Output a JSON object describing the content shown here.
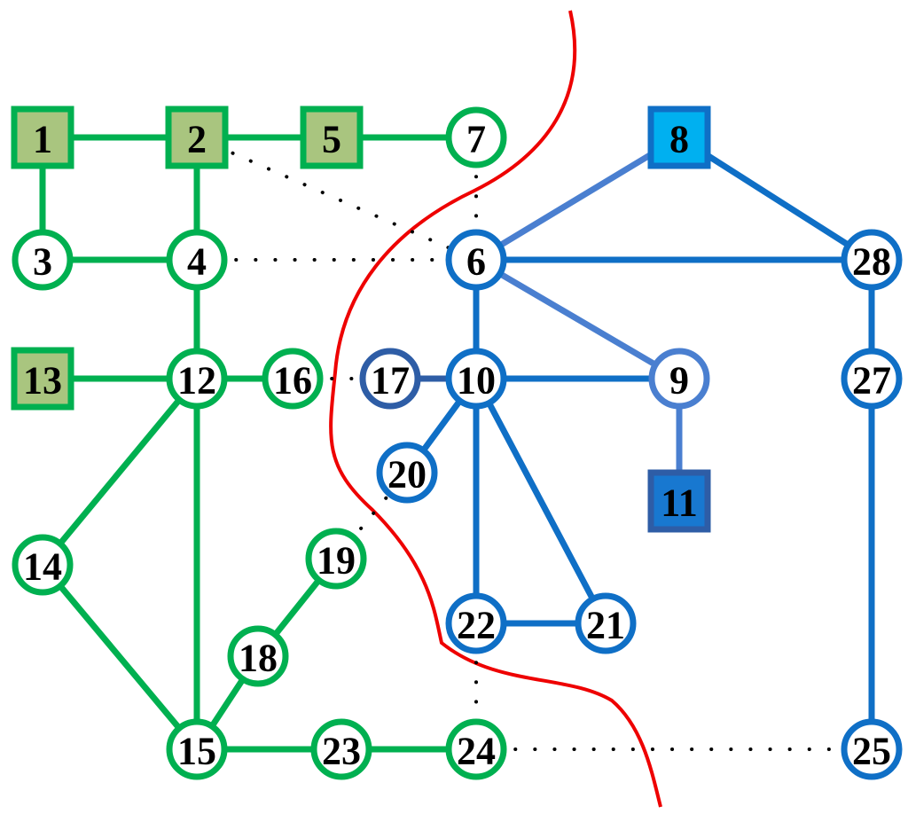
{
  "colors": {
    "green_stroke": "#00B050",
    "green_fill": "#A9C57F",
    "blue_stroke": "#0F6FC6",
    "blue_light_stroke": "#4A7FD0",
    "blue_dark_stroke": "#2E5DA6",
    "blue_fill": "#00B0F0",
    "blue_fill_11": "#1878D0",
    "cut_line": "#EE0000",
    "dotted": "#000000",
    "text": "#000000"
  },
  "nodes": [
    {
      "id": "1",
      "label": "1",
      "shape": "square",
      "group": "green"
    },
    {
      "id": "2",
      "label": "2",
      "shape": "square",
      "group": "green"
    },
    {
      "id": "5",
      "label": "5",
      "shape": "square",
      "group": "green"
    },
    {
      "id": "7",
      "label": "7",
      "shape": "circle",
      "group": "green"
    },
    {
      "id": "3",
      "label": "3",
      "shape": "circle",
      "group": "green"
    },
    {
      "id": "4",
      "label": "4",
      "shape": "circle",
      "group": "green"
    },
    {
      "id": "13",
      "label": "13",
      "shape": "square",
      "group": "green"
    },
    {
      "id": "12",
      "label": "12",
      "shape": "circle",
      "group": "green"
    },
    {
      "id": "16",
      "label": "16",
      "shape": "circle",
      "group": "green"
    },
    {
      "id": "14",
      "label": "14",
      "shape": "circle",
      "group": "green"
    },
    {
      "id": "19",
      "label": "19",
      "shape": "circle",
      "group": "green"
    },
    {
      "id": "18",
      "label": "18",
      "shape": "circle",
      "group": "green"
    },
    {
      "id": "15",
      "label": "15",
      "shape": "circle",
      "group": "green"
    },
    {
      "id": "23",
      "label": "23",
      "shape": "circle",
      "group": "green"
    },
    {
      "id": "24",
      "label": "24",
      "shape": "circle",
      "group": "green"
    },
    {
      "id": "8",
      "label": "8",
      "shape": "square",
      "group": "blue"
    },
    {
      "id": "6",
      "label": "6",
      "shape": "circle",
      "group": "blue"
    },
    {
      "id": "28",
      "label": "28",
      "shape": "circle",
      "group": "blue"
    },
    {
      "id": "17",
      "label": "17",
      "shape": "circle",
      "group": "blue-dark"
    },
    {
      "id": "10",
      "label": "10",
      "shape": "circle",
      "group": "blue"
    },
    {
      "id": "9",
      "label": "9",
      "shape": "circle",
      "group": "blue-light"
    },
    {
      "id": "27",
      "label": "27",
      "shape": "circle",
      "group": "blue"
    },
    {
      "id": "20",
      "label": "20",
      "shape": "circle",
      "group": "blue"
    },
    {
      "id": "11",
      "label": "11",
      "shape": "square",
      "group": "blue-dark"
    },
    {
      "id": "22",
      "label": "22",
      "shape": "circle",
      "group": "blue"
    },
    {
      "id": "21",
      "label": "21",
      "shape": "circle",
      "group": "blue"
    },
    {
      "id": "25",
      "label": "25",
      "shape": "circle",
      "group": "blue"
    }
  ],
  "edges": [
    {
      "from": "1",
      "to": "2",
      "style": "green"
    },
    {
      "from": "2",
      "to": "5",
      "style": "green"
    },
    {
      "from": "5",
      "to": "7",
      "style": "green"
    },
    {
      "from": "1",
      "to": "3",
      "style": "green"
    },
    {
      "from": "2",
      "to": "4",
      "style": "green"
    },
    {
      "from": "3",
      "to": "4",
      "style": "green"
    },
    {
      "from": "4",
      "to": "12",
      "style": "green"
    },
    {
      "from": "13",
      "to": "12",
      "style": "green"
    },
    {
      "from": "12",
      "to": "16",
      "style": "green"
    },
    {
      "from": "12",
      "to": "14",
      "style": "green"
    },
    {
      "from": "12",
      "to": "15",
      "style": "green"
    },
    {
      "from": "14",
      "to": "15",
      "style": "green"
    },
    {
      "from": "15",
      "to": "18",
      "style": "green"
    },
    {
      "from": "18",
      "to": "19",
      "style": "green"
    },
    {
      "from": "15",
      "to": "23",
      "style": "green"
    },
    {
      "from": "23",
      "to": "24",
      "style": "green"
    },
    {
      "from": "8",
      "to": "6",
      "style": "blue-light"
    },
    {
      "from": "8",
      "to": "28",
      "style": "blue"
    },
    {
      "from": "6",
      "to": "28",
      "style": "blue"
    },
    {
      "from": "6",
      "to": "9",
      "style": "blue-light"
    },
    {
      "from": "6",
      "to": "10",
      "style": "blue"
    },
    {
      "from": "17",
      "to": "10",
      "style": "blue-dark"
    },
    {
      "from": "10",
      "to": "9",
      "style": "blue"
    },
    {
      "from": "9",
      "to": "11",
      "style": "blue-light"
    },
    {
      "from": "10",
      "to": "20",
      "style": "blue"
    },
    {
      "from": "10",
      "to": "22",
      "style": "blue"
    },
    {
      "from": "10",
      "to": "21",
      "style": "blue"
    },
    {
      "from": "22",
      "to": "21",
      "style": "blue"
    },
    {
      "from": "28",
      "to": "27",
      "style": "blue"
    },
    {
      "from": "27",
      "to": "25",
      "style": "blue"
    },
    {
      "from": "2",
      "to": "6",
      "style": "dotted"
    },
    {
      "from": "4",
      "to": "6",
      "style": "dotted"
    },
    {
      "from": "7",
      "to": "6",
      "style": "dotted"
    },
    {
      "from": "16",
      "to": "17",
      "style": "dotted"
    },
    {
      "from": "19",
      "to": "20",
      "style": "dotted"
    },
    {
      "from": "22",
      "to": "24",
      "style": "dotted"
    },
    {
      "from": "24",
      "to": "25",
      "style": "dotted"
    }
  ]
}
